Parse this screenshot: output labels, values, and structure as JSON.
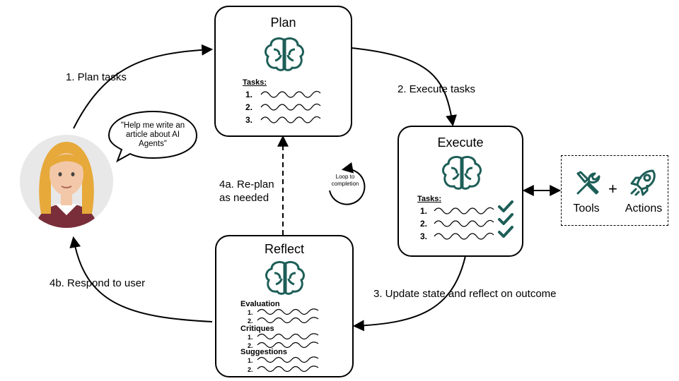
{
  "user": {
    "speech": "\"Help me write an article about AI Agents\""
  },
  "plan": {
    "title": "Plan",
    "tasks_heading": "Tasks:",
    "items": [
      "1.",
      "2.",
      "3."
    ]
  },
  "execute": {
    "title": "Execute",
    "tasks_heading": "Tasks:",
    "items": [
      "1.",
      "2.",
      "3."
    ]
  },
  "reflect": {
    "title": "Reflect",
    "sections": [
      {
        "heading": "Evaluation",
        "items": [
          "1.",
          "2."
        ]
      },
      {
        "heading": "Critiques",
        "items": [
          "1.",
          "2."
        ]
      },
      {
        "heading": "Suggestions",
        "items": [
          "1.",
          "2."
        ]
      }
    ]
  },
  "tools": {
    "tools_label": "Tools",
    "plus": "+",
    "actions_label": "Actions"
  },
  "loop_label": "Loop to completion",
  "edges": {
    "plan_tasks": "1. Plan tasks",
    "execute_tasks": "2. Execute tasks",
    "update_state": "3. Update state and reflect on outcome",
    "replan_line1": "4a. Re-plan",
    "replan_line2": "as needed",
    "respond": "4b. Respond to user"
  },
  "colors": {
    "accent": "#1d5e57",
    "hair": "#e6a93a",
    "skin": "#f3c8a8",
    "shirt": "#7a2e3a",
    "avatar_bg": "#e8e8e8"
  }
}
